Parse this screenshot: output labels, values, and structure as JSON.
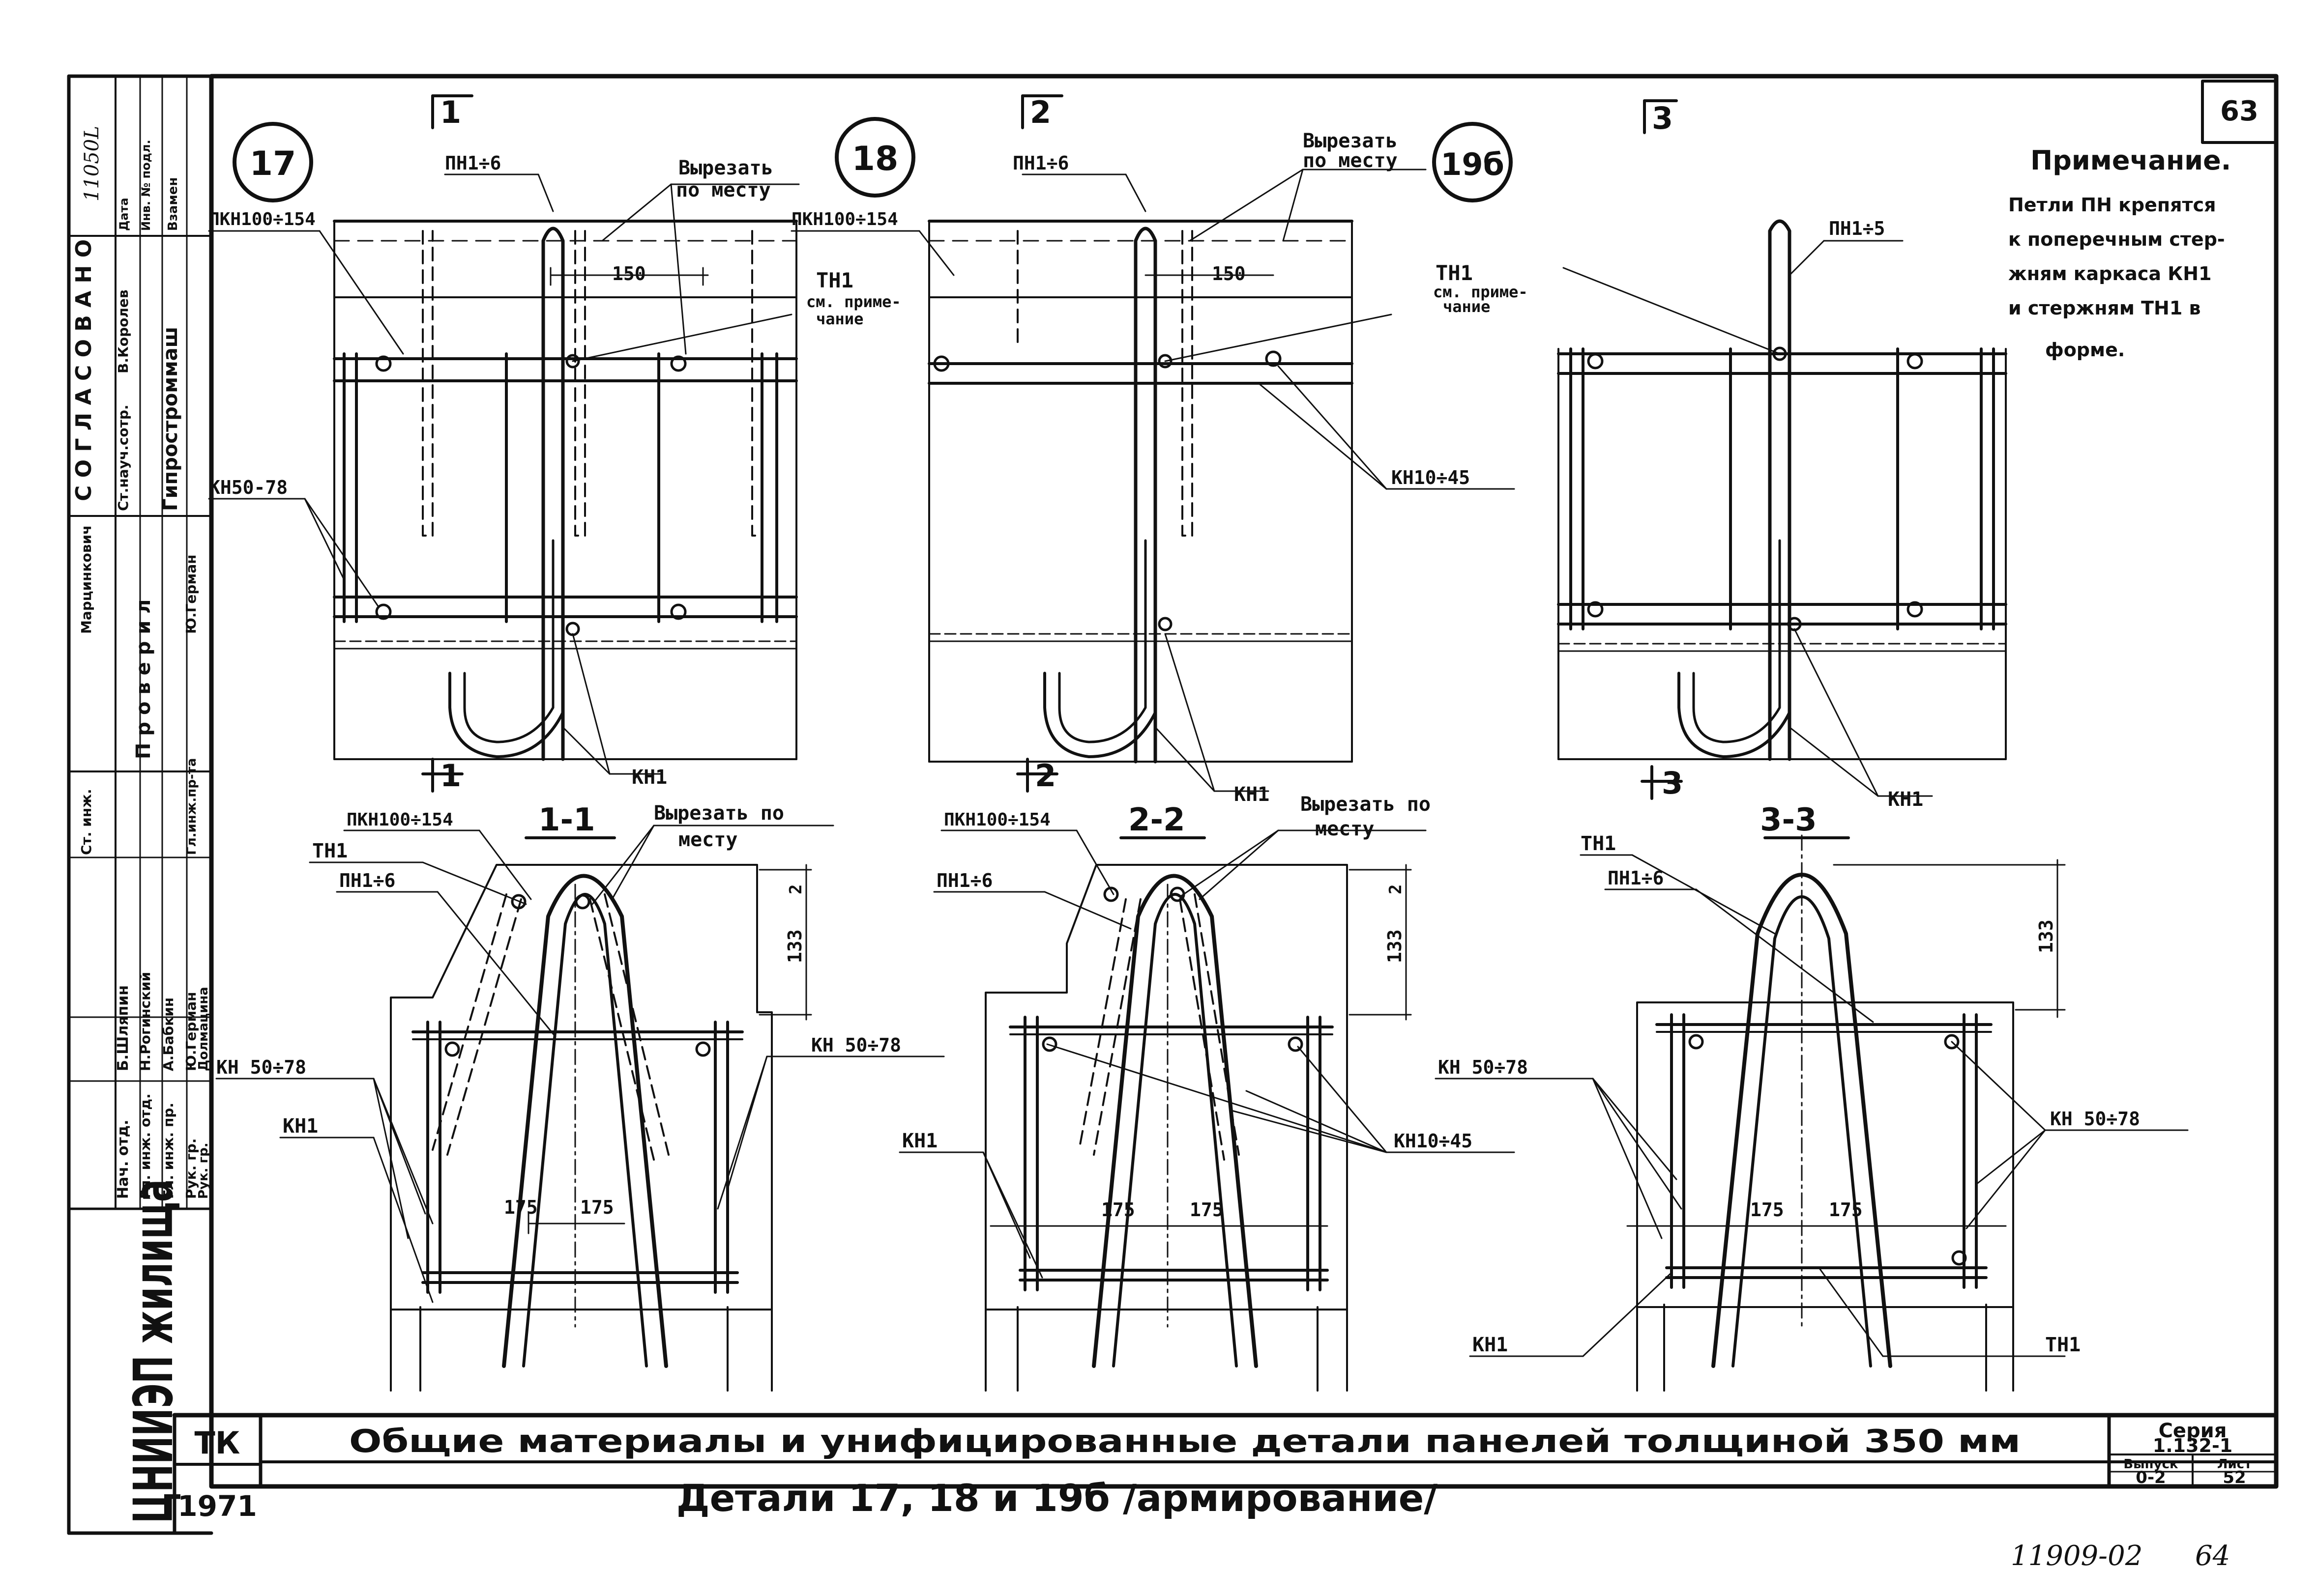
{
  "sheet": {
    "sheet_no_top": "63",
    "archive_no": "11909-02",
    "page_no": "64",
    "side_no": "11050L"
  },
  "note": {
    "title": "Примечание.",
    "lines": [
      "Петли ПН крепятся",
      "к поперечным стер-",
      "жням каркаса КН1",
      "и стержням ТН1 в",
      "форме."
    ]
  },
  "details": {
    "d17": {
      "num": "17",
      "section": "1",
      "cut": "1-1"
    },
    "d18": {
      "num": "18",
      "section": "2",
      "cut": "2-2"
    },
    "d19": {
      "num": "19б",
      "section": "3",
      "cut": "3-3"
    }
  },
  "labels": {
    "pn16": "ПН1÷6",
    "pn15": "ПН1÷5",
    "cut_here": "Вырезать",
    "cut_here2": "по месту",
    "cut_here_one": "Вырезать по",
    "cut_here_one2": "месту",
    "pkn": "ПКН100÷154",
    "tn1": "ТН1",
    "see_note1": "см. приме-",
    "see_note2": "чание",
    "kn50": "КН50-78",
    "kn50b": "КН 50÷78",
    "kn10": "КН10÷45",
    "kn1": "КН1",
    "d150": "150",
    "d175": "175",
    "d133": "133",
    "d2": "2"
  },
  "stamp": {
    "org": "ЦНИИЭП жилища",
    "rows": [
      {
        "role": "Нач. отд.",
        "name": "Б.Шляпин"
      },
      {
        "role": "Гл. инж. отд.",
        "name": "Н.Рогинский"
      },
      {
        "role": "Гл. инж. пр.",
        "name": "А.Бабкин"
      },
      {
        "role": "Рук. гр.",
        "name": "Ю.Герман"
      },
      {
        "role": "Рук. гр.",
        "name": "Долмацина"
      }
    ],
    "st_eng": "Ст. инж.",
    "gl_eng": "Гл.инж.пр-та",
    "proveril": "П р о в е р и л",
    "marcinkovich": "Марцинкович",
    "german": "Ю.Герман",
    "soglasovano": "С О Г Л А С О В А Н О",
    "st_nauch": "Ст.науч.сотр.",
    "korolev": "В.Королев",
    "giprostrom": "Гипростроммаш",
    "inv": "Инв. № подл.",
    "date": "Дата",
    "vzamen": "Взамен"
  },
  "title_block": {
    "tk": "ТК",
    "year": "1971",
    "title": "Общие материалы и унифицированные детали панелей толщиной 350 мм",
    "subtitle": "Детали 17, 18 и 19б /армирование/",
    "seria_label": "Серия",
    "seria": "1.132-1",
    "vypusk_label": "Выпуск",
    "vypusk": "0-2",
    "list_label": "Лист",
    "list": "52"
  }
}
